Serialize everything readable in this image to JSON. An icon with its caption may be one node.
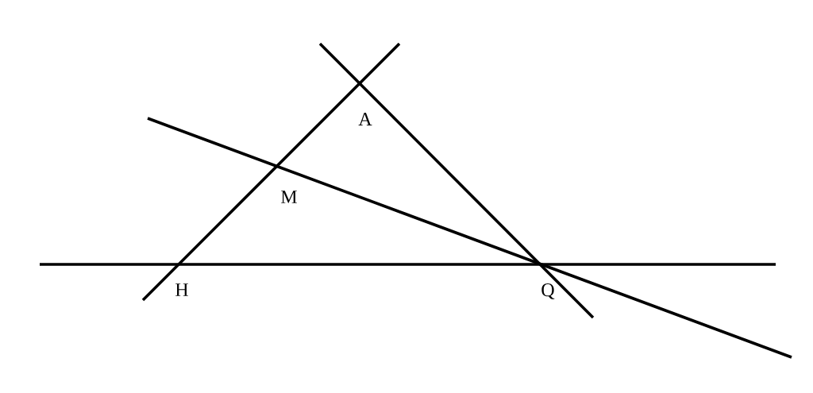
{
  "diagram": {
    "labels": [
      "A",
      "M",
      "H",
      "Q"
    ]
  }
}
